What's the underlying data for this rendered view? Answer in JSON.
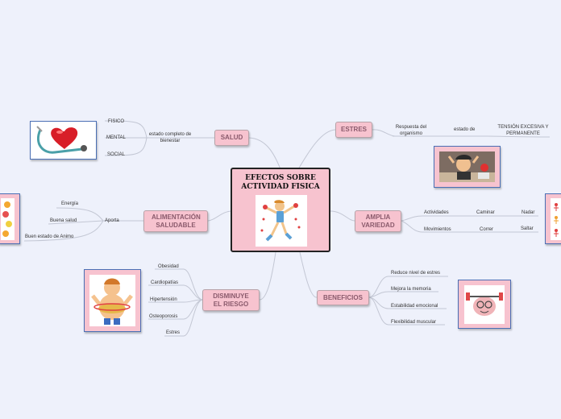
{
  "center": {
    "title": "EFECTOS SOBRE ACTIVIDAD FISICA"
  },
  "branches": {
    "salud": {
      "label": "SALUD",
      "connector": "estado completo de bienestar",
      "items": [
        "FISICO",
        "MENTAL",
        "SOCIAL"
      ]
    },
    "estres": {
      "label": "ESTRES",
      "sub": "Respuesta del organismo",
      "sub2": "estado de",
      "leaf": "TENSIÓN EXCESIVA Y PERMANENTE"
    },
    "alimentacion": {
      "label": "ALIMENTACIÓN SALUDABLE",
      "connector": "Aporta",
      "items": [
        "Energía",
        "Buena salud",
        "Buen estado de Animo"
      ]
    },
    "amplia": {
      "label": "AMPLIA VARIEDAD",
      "rows": [
        {
          "a": "Actividades",
          "b": "Caminar",
          "c": "Nadar"
        },
        {
          "a": "Movimientos",
          "b": "Correr",
          "c": "Saltar"
        }
      ]
    },
    "disminuye": {
      "label": "DISMINUYE EL RIESGO",
      "items": [
        "Obesidad",
        "Cardiopatías",
        "Hipertensión",
        "Osteoporosis",
        "Estres"
      ]
    },
    "beneficios": {
      "label": "BENEFICIOS",
      "items": [
        "Reduce nivel de estres",
        "Mejora la memoria",
        "Estabilidad emocional",
        "Flexibilidad muscular"
      ]
    }
  },
  "colors": {
    "node_fill": "#f7c3cf",
    "line": "#c3c7d4",
    "background": "#eef1fb",
    "image_border": "#4a6fb5"
  },
  "icons": [
    "heart-stethoscope-image",
    "stressed-person-image",
    "healthy-food-image",
    "sports-image",
    "overweight-child-image",
    "dumbbell-brain-image",
    "dancer-image"
  ]
}
